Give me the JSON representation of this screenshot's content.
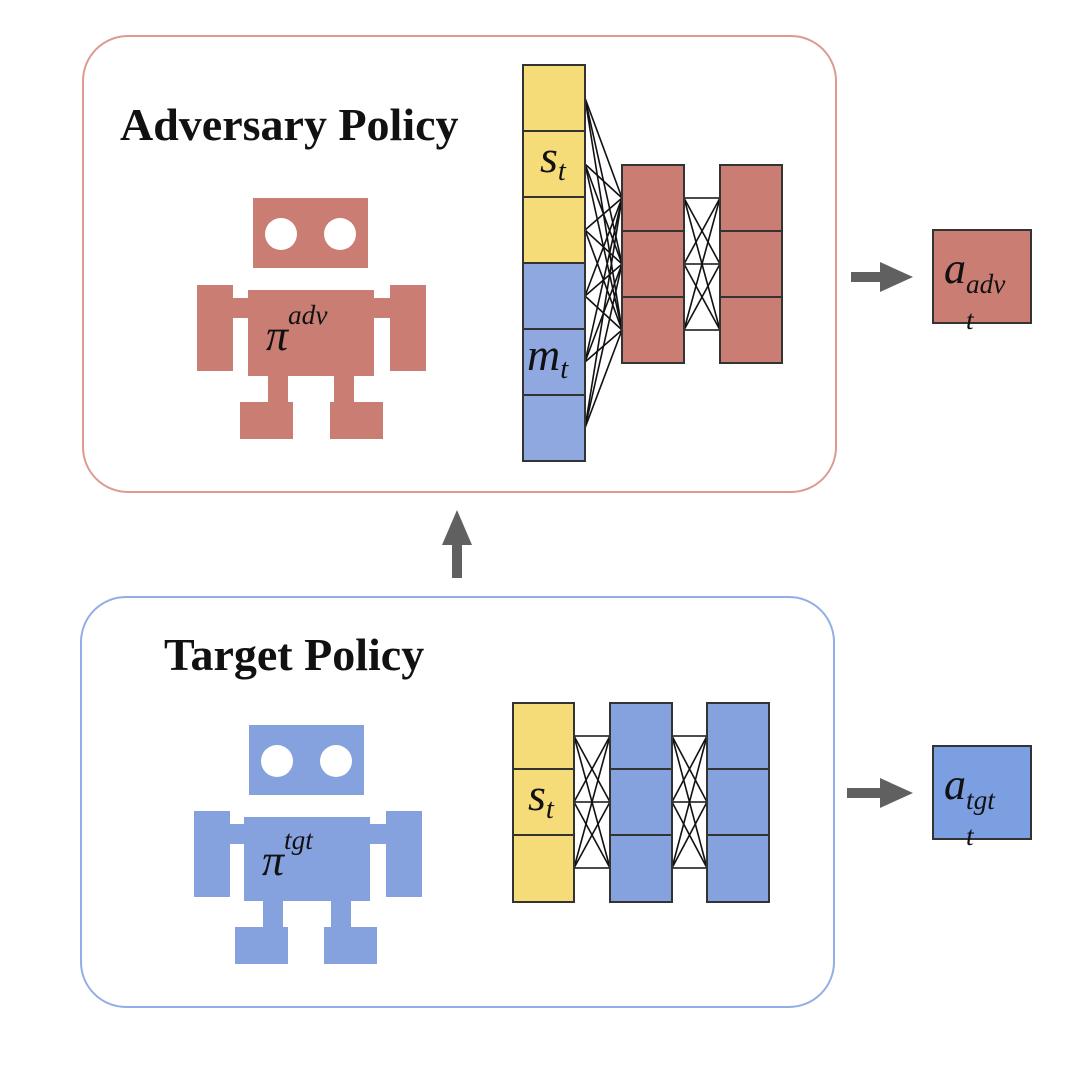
{
  "colors": {
    "adversary": "#c97d73",
    "adversary_border": "#dc9a92",
    "target": "#86a2de",
    "target_border": "#93aee6",
    "state": "#f5dc78",
    "memory": "#8fa8e0",
    "arrow": "#606060"
  },
  "adversary": {
    "title": "Adversary Policy",
    "policy_symbol": "π",
    "policy_superscript": "adv",
    "input_state_symbol": "s",
    "input_state_subscript": "t",
    "input_memory_symbol": "m",
    "input_memory_subscript": "t",
    "action_symbol": "a",
    "action_subscript": "t",
    "action_superscript": "adv"
  },
  "target": {
    "title": "Target Policy",
    "policy_symbol": "π",
    "policy_superscript": "tgt",
    "input_state_symbol": "s",
    "input_state_subscript": "t",
    "action_symbol": "a",
    "action_subscript": "t",
    "action_superscript": "tgt"
  },
  "icons": {
    "robot": "robot-icon",
    "arrow_right": "arrow-right-icon",
    "arrow_up": "arrow-up-icon"
  }
}
